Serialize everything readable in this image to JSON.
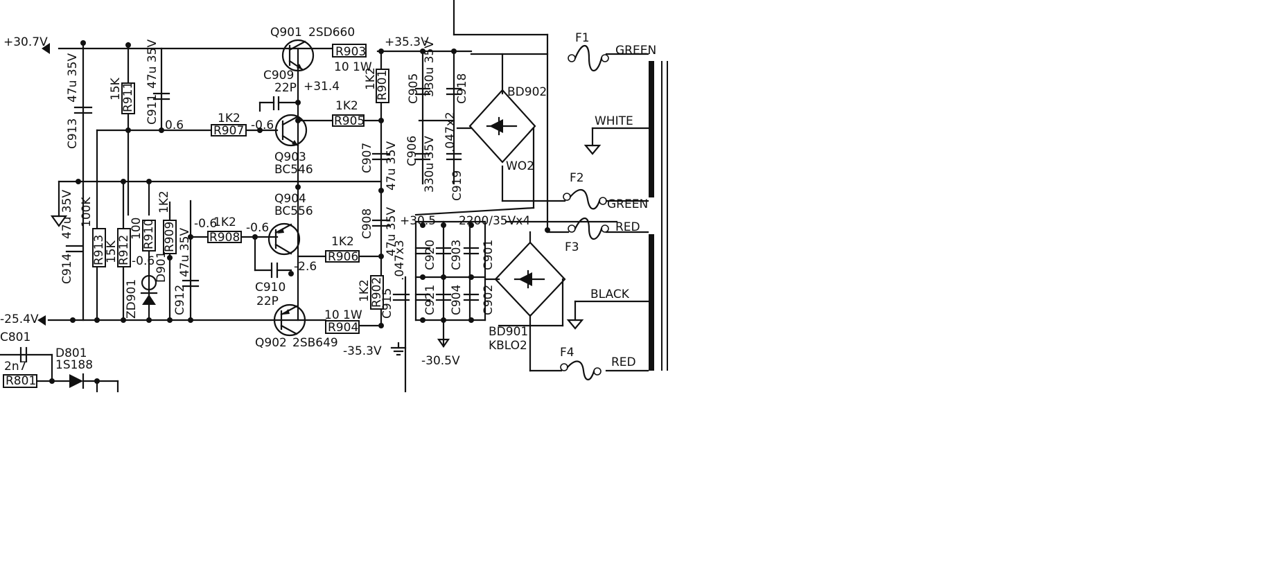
{
  "rails": {
    "pos_out": "+30.7V",
    "neg_out": "-25.4V",
    "pos_in": "+35.3V",
    "neg_in": "-35.3V",
    "pos_mid": "+30.5",
    "neg_mid": "-30.5V",
    "v_31_4": "+31.4",
    "v_0_6a": "0.6",
    "v_0_6b": "-0.6",
    "v_0_6c": "-0.6",
    "v_0_6d": "-0.6",
    "v_0_6e": "-0.6",
    "v_2_6": "-2.6"
  },
  "transistors": {
    "q901": {
      "ref": "Q901",
      "part": "2SD660"
    },
    "q902": {
      "ref": "Q902",
      "part": "2SB649"
    },
    "q903": {
      "ref": "Q903",
      "part": "BC546"
    },
    "q904": {
      "ref": "Q904",
      "part": "BC556"
    }
  },
  "resistors": {
    "r903": {
      "ref": "R903",
      "val": "10 1W"
    },
    "r904": {
      "ref": "R904",
      "val": "10 1W"
    },
    "r901": {
      "ref": "R901",
      "val": "1K2"
    },
    "r902": {
      "ref": "R902",
      "val": "1K2"
    },
    "r905": {
      "ref": "R905",
      "val": "1K2"
    },
    "r906": {
      "ref": "R906",
      "val": "1K2"
    },
    "r907": {
      "ref": "R907",
      "val": "1K2"
    },
    "r908": {
      "ref": "R908",
      "val": "1K2"
    },
    "r909": {
      "ref": "R909",
      "val": "1K2"
    },
    "r910": {
      "ref": "R910",
      "val": "100"
    },
    "r911": {
      "ref": "R911",
      "val": "15K"
    },
    "r912": {
      "ref": "R912",
      "val": "15K"
    },
    "r913": {
      "ref": "R913",
      "val": "100K"
    },
    "r801": {
      "ref": "R801"
    }
  },
  "capacitors": {
    "c909": {
      "ref": "C909",
      "val": "22P"
    },
    "c910": {
      "ref": "C910",
      "val": "22P"
    },
    "c911": {
      "ref": "C911",
      "val": "47u 35V"
    },
    "c912": {
      "ref": "C912",
      "val": "47u 35V"
    },
    "c913": {
      "ref": "C913",
      "val": "47u 35V"
    },
    "c914": {
      "ref": "C914",
      "val": "47u 35V"
    },
    "c905": {
      "ref": "C905",
      "val": "330u 35V"
    },
    "c906": {
      "ref": "C906",
      "val": "330u 35V"
    },
    "c907": {
      "ref": "C907",
      "val": "47u 35V"
    },
    "c908": {
      "ref": "C908",
      "val": "47u 35V"
    },
    "c918": {
      "ref": "C918",
      "val": ".047x2"
    },
    "c919": {
      "ref": "C919"
    },
    "c915": {
      "ref": "C915",
      "val": ".047x3"
    },
    "c920": {
      "ref": "C920"
    },
    "c921": {
      "ref": "C921"
    },
    "c901": {
      "ref": "C901"
    },
    "c902": {
      "ref": "C902"
    },
    "c903": {
      "ref": "C903"
    },
    "c904": {
      "ref": "C904"
    },
    "bulk": "2200/35Vx4",
    "c801": {
      "ref": "C801",
      "val": "2n7"
    }
  },
  "diodes": {
    "zd901": "ZD901",
    "d901": "D901",
    "d801": {
      "ref": "D801",
      "part": "1S188"
    }
  },
  "bridges": {
    "bd902": {
      "ref": "BD902",
      "part": "WO2"
    },
    "bd901": {
      "ref": "BD901",
      "part": "KBLO2"
    }
  },
  "fuses": [
    "F1",
    "F2",
    "F3",
    "F4"
  ],
  "transformer_leads": [
    "GREEN",
    "WHITE",
    "GREEN",
    "RED",
    "BLACK",
    "RED"
  ]
}
